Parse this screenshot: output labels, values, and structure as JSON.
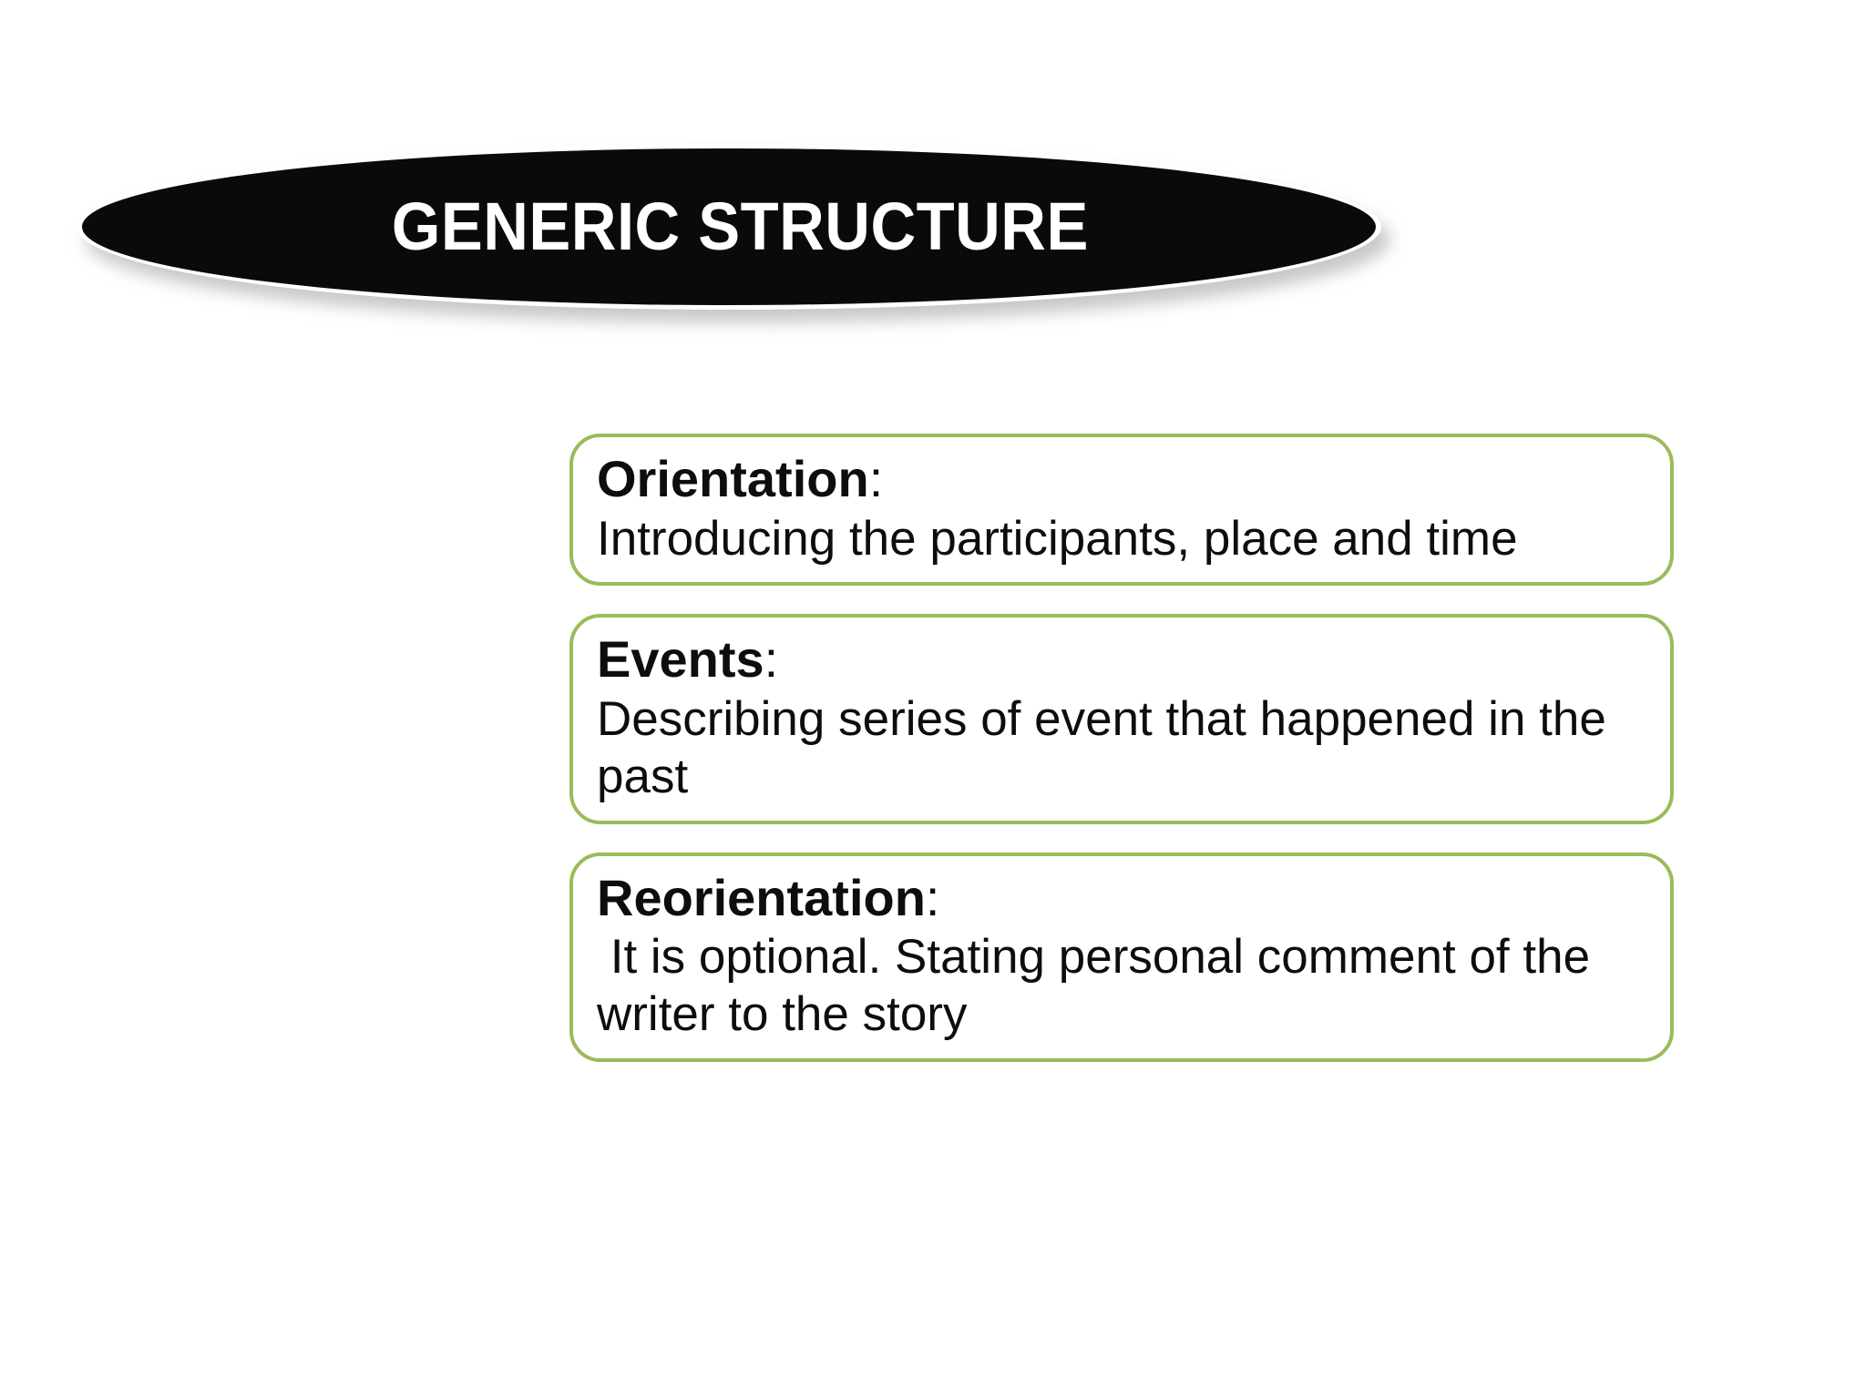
{
  "slide": {
    "title": "GENERIC STRUCTURE",
    "background_color": "#FFFFFF",
    "title_shape": {
      "shape": "ellipse",
      "fill_color": "#0A0A0A",
      "outline_color": "#FFFFFF",
      "text_color": "#FFFFFF"
    },
    "accent_color": "#9BBB59",
    "text_color": "#0D0D0D",
    "boxes": [
      {
        "label": "Orientation",
        "colon": ":",
        "body": "Introducing the participants, place and time"
      },
      {
        "label": "Events",
        "colon": ":",
        "body": "Describing series of event that happened in the past"
      },
      {
        "label": "Reorientation",
        "colon": ":",
        "body": " It is optional. Stating personal comment of the writer to the story"
      }
    ]
  }
}
